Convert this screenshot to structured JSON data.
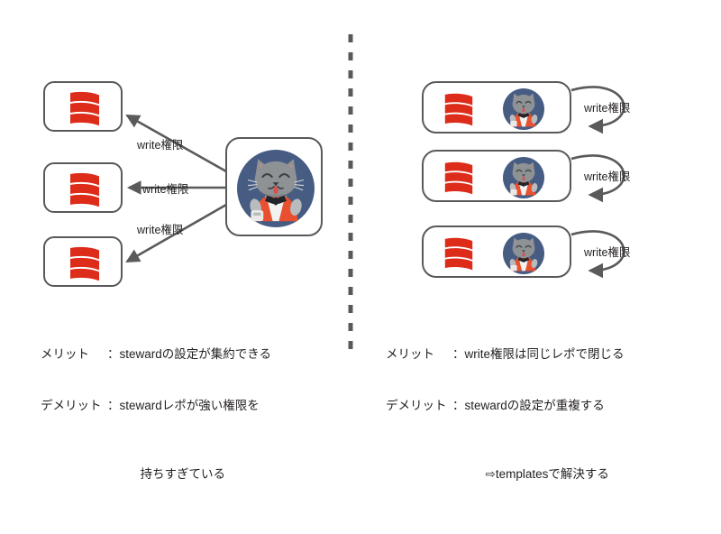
{
  "slide": {
    "background_color": "#ffffff",
    "divider": {
      "name": "vertical-dashed-divider",
      "color": "#595959"
    }
  },
  "colors": {
    "scala_red": "#dd2c1a",
    "scala_red_light": "#e8412c",
    "avatar_background": "#465c83",
    "cat_fur": "#8f9294",
    "cat_fur_dark": "#75797b",
    "jacket_red": "#e8502f",
    "bowtie": "#21252b",
    "outline_gray": "#595959",
    "arrow_gray": "#5a5a5a",
    "text": "#231f20"
  },
  "left_panel": {
    "name": "centralized-steward-pattern",
    "repos": [
      {
        "label_icon": "scala-logo",
        "edge_label": "write権限"
      },
      {
        "label_icon": "scala-logo",
        "edge_label": "write権限"
      },
      {
        "label_icon": "scala-logo",
        "edge_label": "write権限"
      }
    ],
    "steward": {
      "icon": "scala-steward-cat-avatar"
    },
    "caption": {
      "line1_label": "メリット",
      "line1_sep": "：",
      "line1_text": "stewardの設定が集約できる",
      "line2_label": "デメリット",
      "line2_sep": "：",
      "line2_text": "stewardレポが強い権限を",
      "line3_text": "持ちすぎている"
    }
  },
  "right_panel": {
    "name": "per-repo-steward-pattern",
    "repos": [
      {
        "label_icon": "scala-logo",
        "steward_icon": "scala-steward-cat-avatar",
        "edge_label": "write権限"
      },
      {
        "label_icon": "scala-logo",
        "steward_icon": "scala-steward-cat-avatar",
        "edge_label": "write権限"
      },
      {
        "label_icon": "scala-logo",
        "steward_icon": "scala-steward-cat-avatar",
        "edge_label": "write権限"
      }
    ],
    "caption": {
      "line1_label": "メリット",
      "line1_sep": "：",
      "line1_text": "write権限は同じレポで閉じる",
      "line2_label": "デメリット",
      "line2_sep": "：",
      "line2_text": "stewardの設定が重複する",
      "line3_text": "⇨templatesで解決する"
    }
  }
}
